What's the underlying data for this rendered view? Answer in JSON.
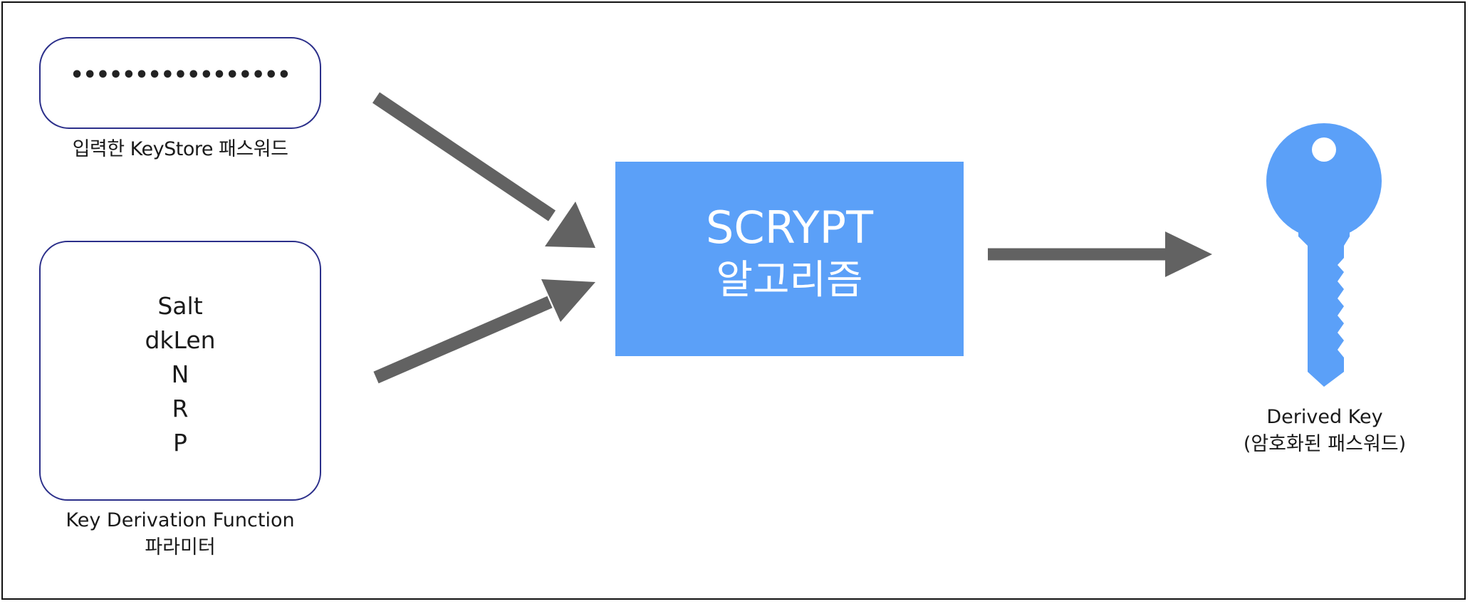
{
  "password_box": {
    "masked_value": "•••••••••••••••••",
    "caption": "입력한 KeyStore 패스워드"
  },
  "kdf_box": {
    "params": [
      "Salt",
      "dkLen",
      "N",
      "R",
      "P"
    ],
    "caption_line1": "Key Derivation Function",
    "caption_line2": "파라미터"
  },
  "scrypt": {
    "title": "SCRYPT",
    "subtitle": "알고리즘"
  },
  "output": {
    "caption_line1": "Derived Key",
    "caption_line2": "(암호화된 패스워드)"
  },
  "colors": {
    "accent_blue": "#5ba0f8",
    "arrow_gray": "#626262",
    "box_border": "#2b2f8a"
  },
  "icons": {
    "output_icon": "key-icon"
  }
}
